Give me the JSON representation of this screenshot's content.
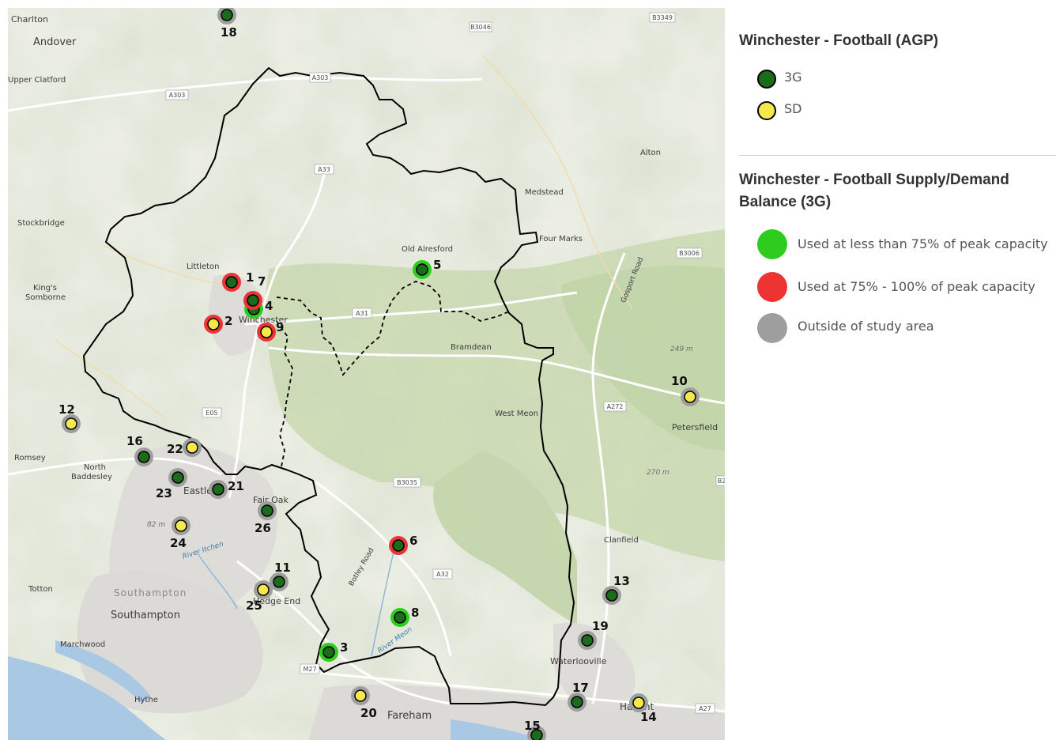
{
  "legend": {
    "agp_title": "Winchester - Football (AGP)",
    "agp_items": [
      {
        "label": "3G",
        "fill": "#1a6b1a",
        "stroke": "#000000"
      },
      {
        "label": "SD",
        "fill": "#f5e84a",
        "stroke": "#000000"
      }
    ],
    "balance_title": "Winchester - Football Supply/Demand Balance (3G)",
    "balance_items": [
      {
        "label": "Used at less than 75% of peak capacity",
        "color": "#2ecc1f"
      },
      {
        "label": "Used at 75% - 100% of peak capacity",
        "color": "#ee3333"
      },
      {
        "label": "Outside of study area",
        "color": "#9e9e9e"
      }
    ]
  },
  "colors": {
    "green_ring": "#2ecc1f",
    "red_ring": "#ee3333",
    "grey_ring": "#9e9e9e",
    "fill_3g": "#1a6b1a",
    "fill_sd": "#f5e84a"
  },
  "map": {
    "places": [
      "Charlton",
      "Andover",
      "Upper Clatford",
      "Stockbridge",
      "King's",
      "Somborne",
      "Littleton",
      "Winchester",
      "Old Alresford",
      "Four Marks",
      "Medstead",
      "Alton",
      "Bramdean",
      "West Meon",
      "Petersfield",
      "Romsey",
      "North",
      "Baddesley",
      "Eastleigh",
      "Fair Oak",
      "Totton",
      "Southampton",
      "Southampton",
      "Hedge End",
      "Botley Road",
      "Marchwood",
      "Hythe",
      "Fareham",
      "Clanfield",
      "Waterlooville",
      "Havant",
      "Gosport Road"
    ],
    "roads": [
      "B3046",
      "B3349",
      "A303",
      "A303",
      "A33",
      "A31",
      "A272",
      "B3006",
      "E05",
      "B3035",
      "A32",
      "M27",
      "A27",
      "B2"
    ],
    "water": [
      "River Itchen",
      "River Meon"
    ],
    "spot_heights": [
      "249 m",
      "270 m",
      "82 m"
    ]
  },
  "facilities": [
    {
      "id": "1",
      "type": "3G",
      "status": "red"
    },
    {
      "id": "2",
      "type": "SD",
      "status": "red"
    },
    {
      "id": "3",
      "type": "3G",
      "status": "green"
    },
    {
      "id": "4",
      "type": "3G",
      "status": "green"
    },
    {
      "id": "5",
      "type": "3G",
      "status": "green"
    },
    {
      "id": "6",
      "type": "3G",
      "status": "red"
    },
    {
      "id": "7",
      "type": "3G",
      "status": "red"
    },
    {
      "id": "8",
      "type": "3G",
      "status": "green"
    },
    {
      "id": "9",
      "type": "SD",
      "status": "red"
    },
    {
      "id": "10",
      "type": "SD",
      "status": "grey"
    },
    {
      "id": "11",
      "type": "3G",
      "status": "grey"
    },
    {
      "id": "12",
      "type": "SD",
      "status": "grey"
    },
    {
      "id": "13",
      "type": "3G",
      "status": "grey"
    },
    {
      "id": "14",
      "type": "SD",
      "status": "grey"
    },
    {
      "id": "15",
      "type": "3G",
      "status": "grey"
    },
    {
      "id": "16",
      "type": "3G",
      "status": "grey"
    },
    {
      "id": "17",
      "type": "3G",
      "status": "grey"
    },
    {
      "id": "18",
      "type": "3G",
      "status": "grey"
    },
    {
      "id": "19",
      "type": "3G",
      "status": "grey"
    },
    {
      "id": "20",
      "type": "SD",
      "status": "grey"
    },
    {
      "id": "21",
      "type": "3G",
      "status": "grey"
    },
    {
      "id": "22",
      "type": "SD",
      "status": "grey"
    },
    {
      "id": "23",
      "type": "3G",
      "status": "grey"
    },
    {
      "id": "24",
      "type": "SD",
      "status": "grey"
    },
    {
      "id": "25",
      "type": "SD",
      "status": "grey"
    },
    {
      "id": "26",
      "type": "3G",
      "status": "grey"
    }
  ]
}
